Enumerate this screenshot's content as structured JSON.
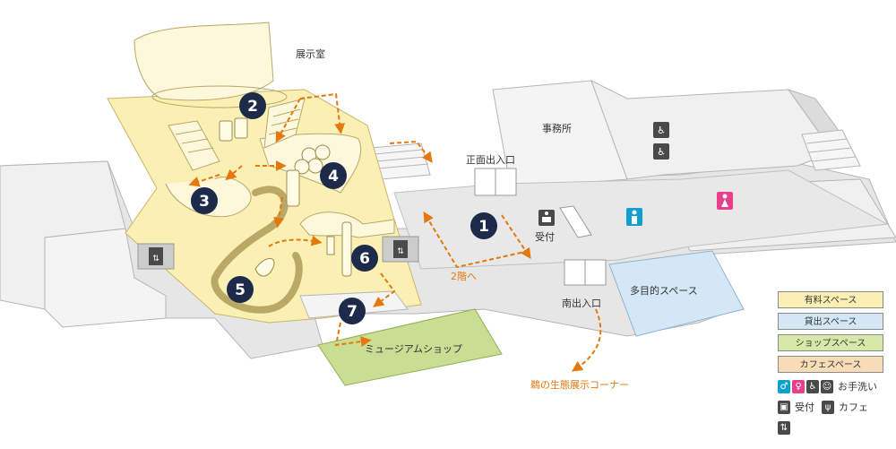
{
  "rooms": {
    "exhibition_room": "展示室",
    "office": "事務所",
    "main_entrance": "正面出入口",
    "south_entrance": "南出入口",
    "reception": "受付",
    "multipurpose_space": "多目的スペース",
    "museum_shop": "ミュージアムショップ",
    "to_floor2": "2階へ",
    "to_cormorant_corner": "鵜の生態展示コーナー"
  },
  "route_numbers": [
    "1",
    "2",
    "3",
    "4",
    "5",
    "6",
    "7"
  ],
  "legend": {
    "areas": [
      {
        "label": "有料スペース",
        "color": "#fbf0b4"
      },
      {
        "label": "貸出スペース",
        "color": "#d3e7f6"
      },
      {
        "label": "ショップスペース",
        "color": "#d7e8a8"
      },
      {
        "label": "カフェスペース",
        "color": "#f8dcb8"
      }
    ],
    "icons": [
      {
        "label": "お手洗い",
        "icons": [
          "male-toilet-icon",
          "female-toilet-icon",
          "accessible-toilet-icon",
          "baby-care-icon"
        ]
      },
      {
        "label": "受付",
        "icons": [
          "reception-icon"
        ]
      },
      {
        "label": "カフェ",
        "icons": [
          "cafe-icon"
        ]
      },
      {
        "label": "",
        "icons": [
          "elevator-icon"
        ]
      }
    ]
  },
  "colors": {
    "paid_area": "#fbf0b4",
    "rental_area": "#d3e7f6",
    "shop_area": "#c9de92",
    "floor": "#e6e6e6",
    "wall_top": "#f4f4f4",
    "route_arrow": "#e4780f",
    "marker": "#1e2a4a",
    "male": "#0fa0cf",
    "female": "#e83f8c"
  }
}
